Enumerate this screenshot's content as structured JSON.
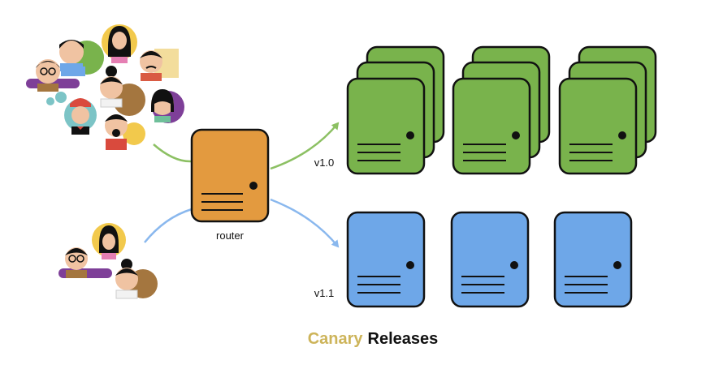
{
  "labels": {
    "router": "router",
    "v1_0": "v1.0",
    "v1_1": "v1.1"
  },
  "title": {
    "canary": "Canary",
    "releases": "Releases"
  },
  "colors": {
    "green_server": "#79b34c",
    "blue_server": "#6ea7e8",
    "router": "#e39a3f",
    "green_arrow": "#8cc063",
    "blue_arrow": "#8ab8ee",
    "canary_text": "#cdb45a",
    "outline": "#111111"
  },
  "groups": {
    "v1_0": {
      "server_stacks": 3,
      "cards_per_stack": 3,
      "color": "green"
    },
    "v1_1": {
      "servers": 3,
      "color": "blue"
    }
  },
  "icons": [
    "people-group-icon",
    "people-group-small-icon",
    "router-server-icon",
    "server-icon",
    "arrow-icon"
  ]
}
